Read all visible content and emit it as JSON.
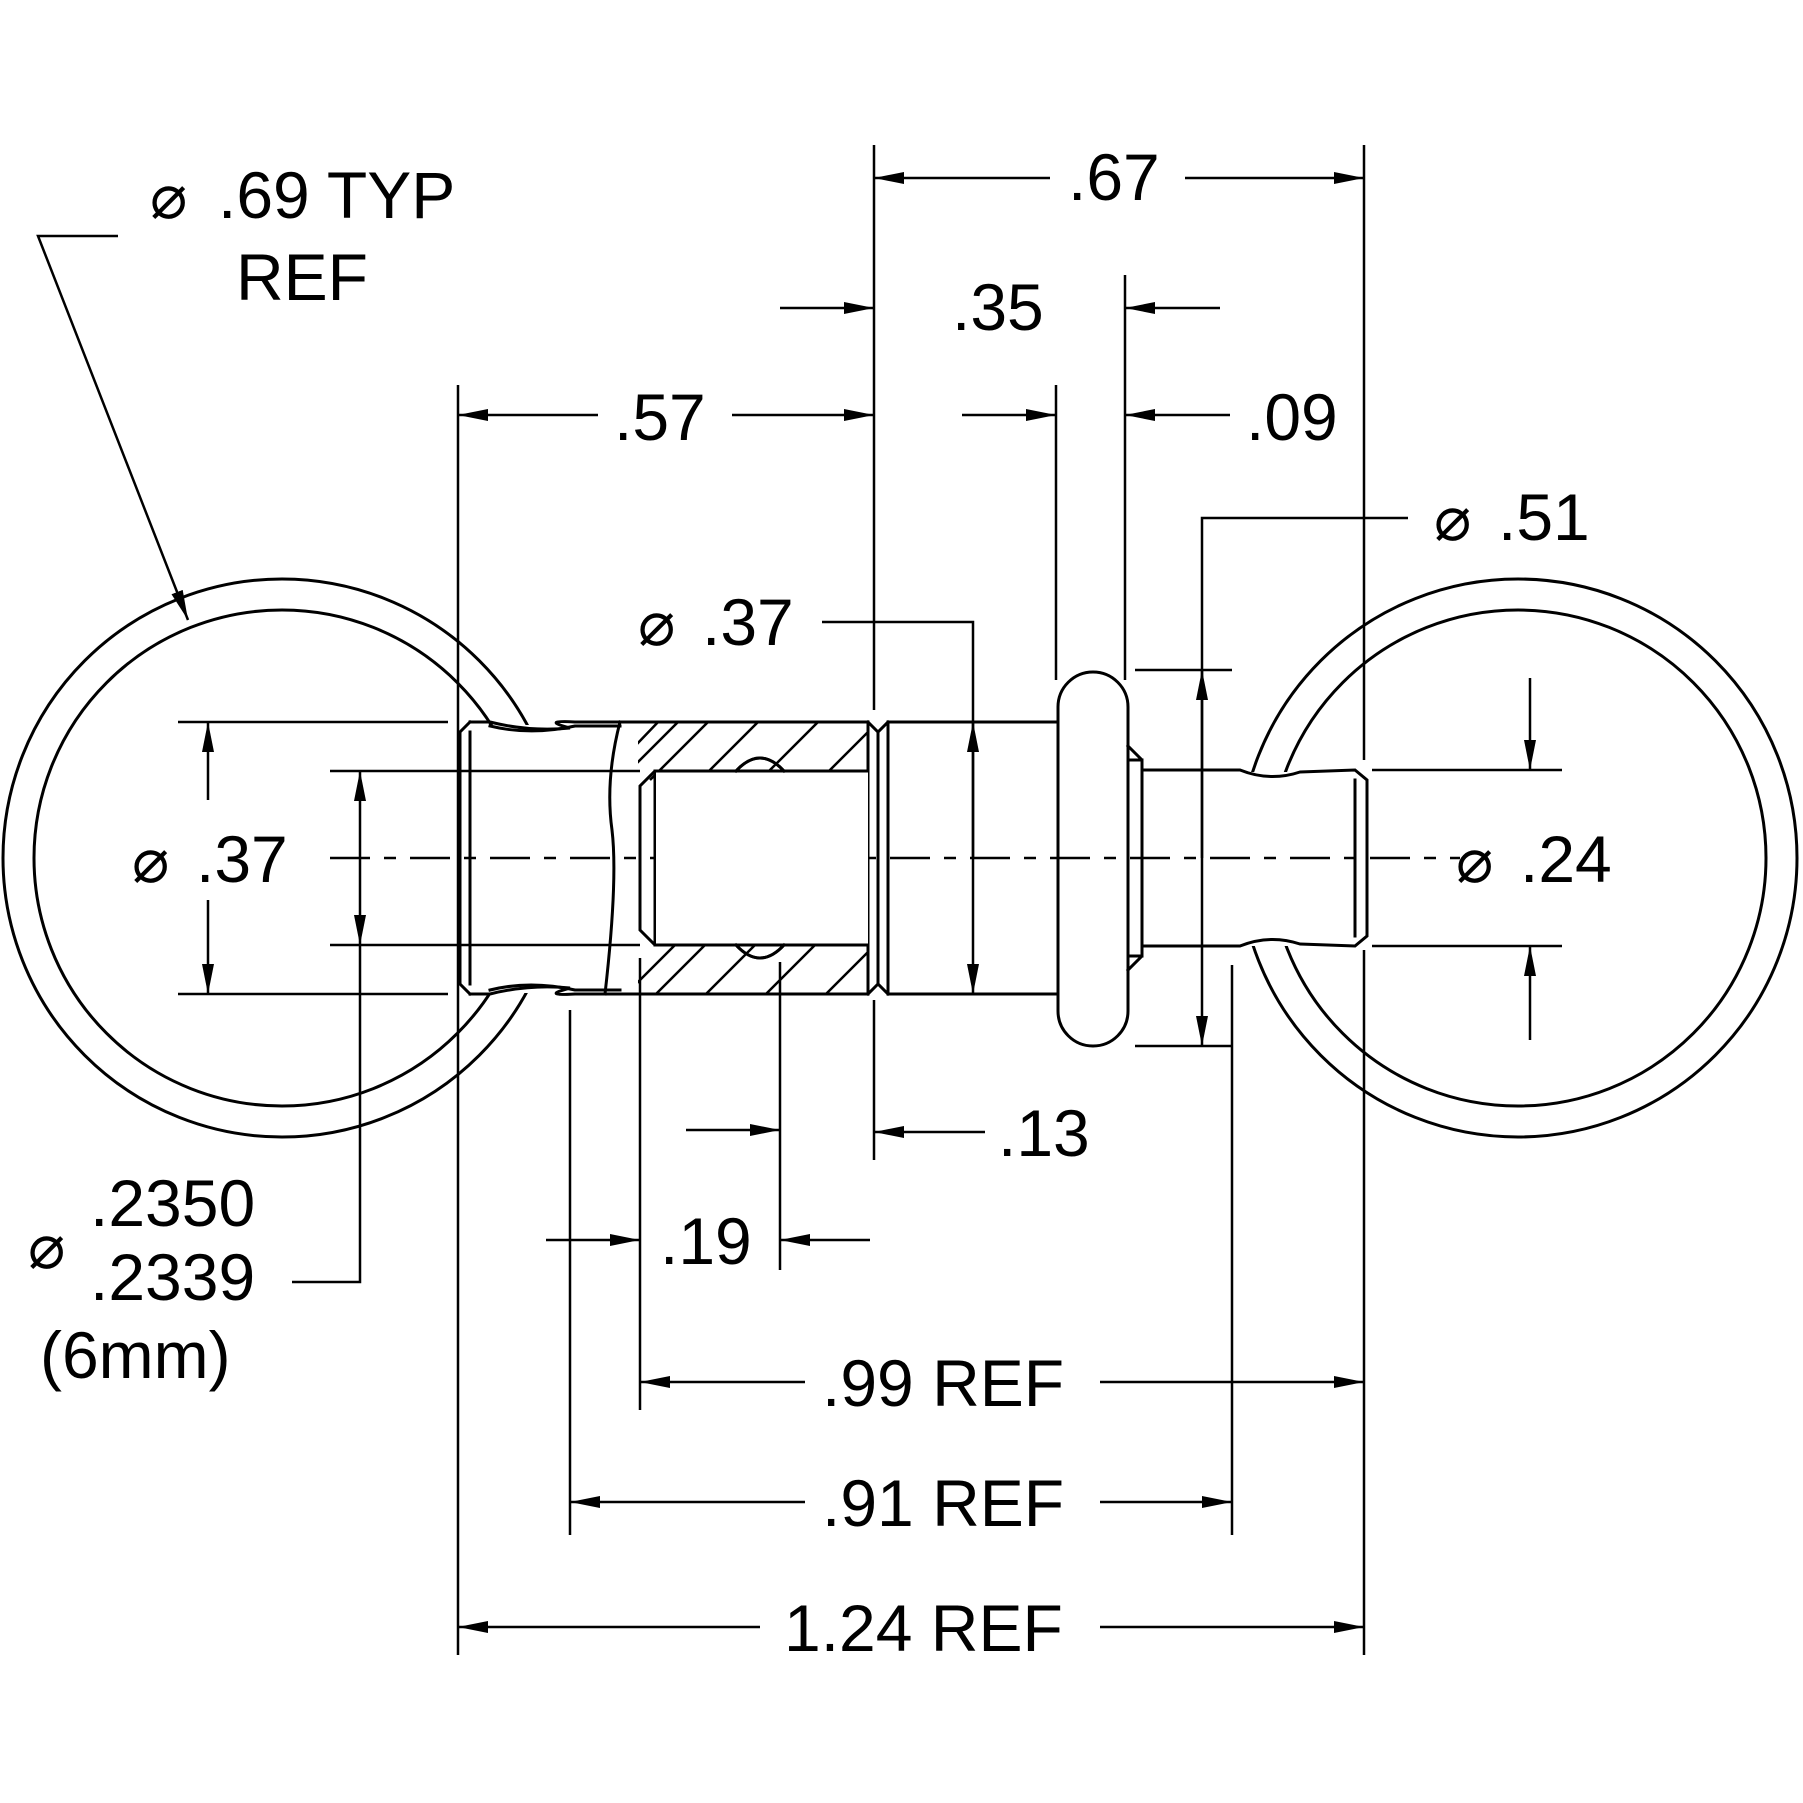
{
  "drawing": {
    "title": "",
    "callouts": {
      "ring_dia_value": ".69 TYP",
      "ring_dia_note": "REF",
      "phi_symbol": "⌀",
      "left_dia_value": ".37",
      "center_dia_value": ".37",
      "knob_dia_value": ".51",
      "right_dia_value": ".24",
      "pin_dia_upper": ".2350",
      "pin_dia_lower": ".2339",
      "pin_dia_metric": "(6mm)"
    },
    "dimensions": {
      "d_067": ".67",
      "d_035": ".35",
      "d_057": ".57",
      "d_009": ".09",
      "d_013": ".13",
      "d_019": ".19",
      "d_099": ".99 REF",
      "d_091": ".91 REF",
      "d_124": "1.24 REF"
    }
  }
}
